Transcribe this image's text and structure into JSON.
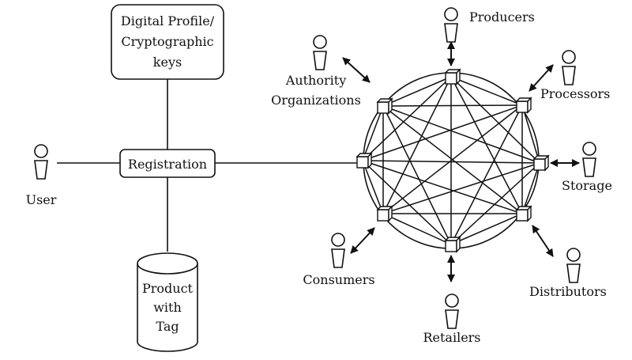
{
  "diagram": {
    "profile_box": {
      "lines": [
        "Digital Profile/",
        "Cryptographic",
        "keys"
      ]
    },
    "registration": {
      "label": "Registration"
    },
    "user": {
      "label": "User"
    },
    "product_db": {
      "lines": [
        "Product",
        "with",
        "Tag"
      ]
    },
    "actors": {
      "producers": "Producers",
      "processors": "Processors",
      "storage": "Storage",
      "distributors": "Distributors",
      "retailers": "Retailers",
      "consumers": "Consumers",
      "authority": [
        "Authority",
        "Organizations"
      ]
    },
    "colors": {
      "stroke": "#111111",
      "background": "#ffffff"
    }
  }
}
